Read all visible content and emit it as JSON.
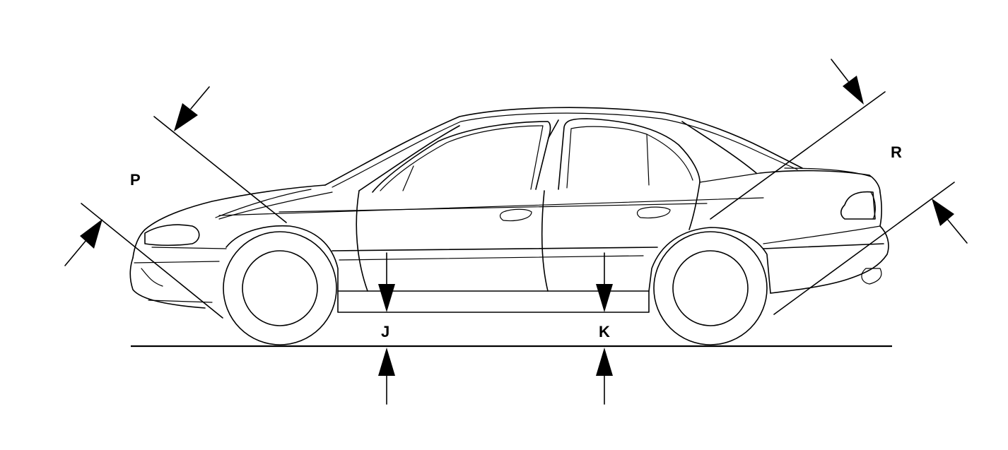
{
  "labels": {
    "p": "P",
    "r": "R",
    "j": "J",
    "k": "K"
  }
}
